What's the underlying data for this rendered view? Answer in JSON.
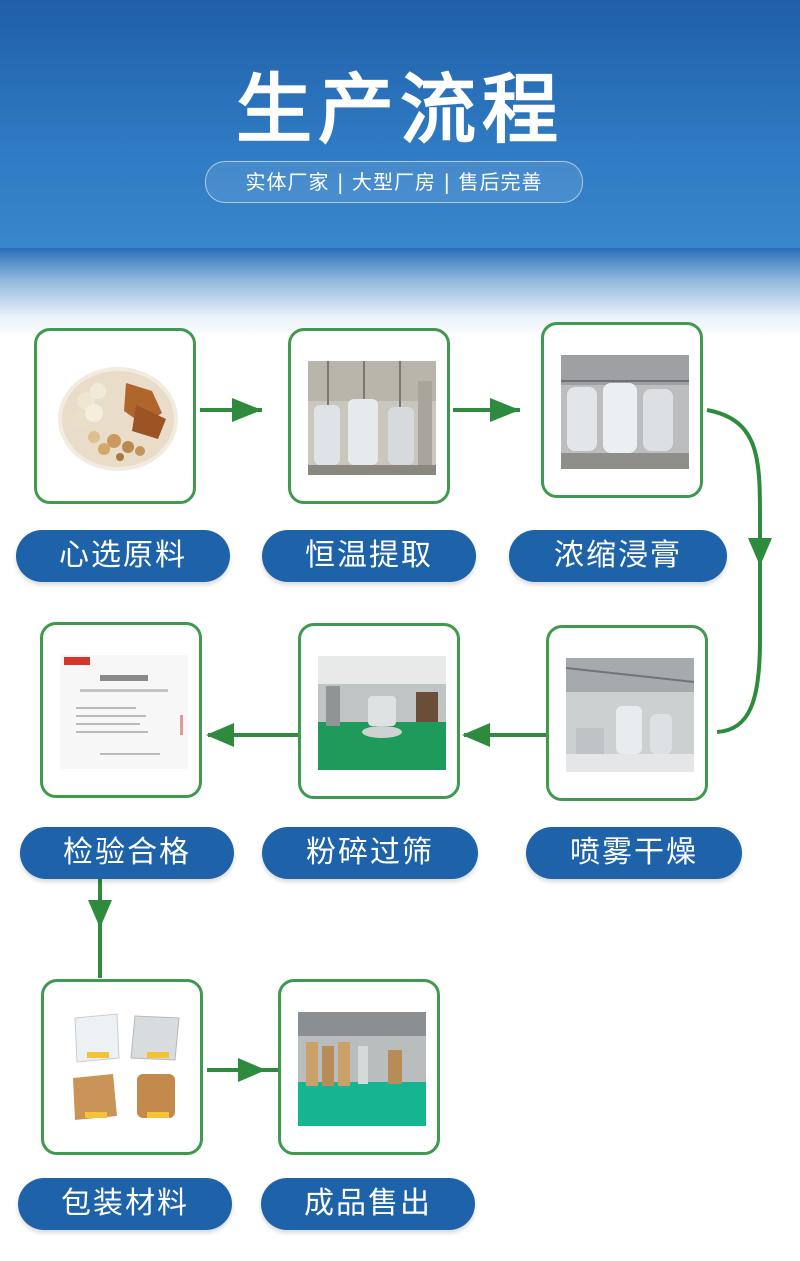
{
  "header": {
    "title": "生产流程",
    "subtitle": "实体厂家 | 大型厂房 | 售后完善"
  },
  "colors": {
    "header_blue": "#1f60a8",
    "label_blue": "#1e63a9",
    "flow_green": "#2e8b3d"
  },
  "steps": [
    {
      "label": "心选原料",
      "image": "raw-materials-photo"
    },
    {
      "label": "恒温提取",
      "image": "extraction-tanks-photo"
    },
    {
      "label": "浓缩浸膏",
      "image": "concentration-tanks-photo"
    },
    {
      "label": "检验合格",
      "image": "inspection-report-photo"
    },
    {
      "label": "粉碎过筛",
      "image": "crushing-sieving-room-photo"
    },
    {
      "label": "喷雾干燥",
      "image": "spray-dryer-photo"
    },
    {
      "label": "包装材料",
      "image": "packaging-materials-photo"
    },
    {
      "label": "成品售出",
      "image": "finished-warehouse-photo"
    }
  ]
}
